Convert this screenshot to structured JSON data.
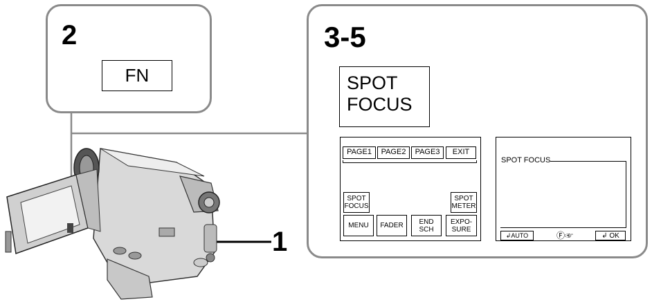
{
  "steps": {
    "step2": "2",
    "step35": "3-5",
    "step1": "1"
  },
  "fn_button": {
    "label": "FN"
  },
  "spot_focus_label": {
    "line1": "SPOT",
    "line2": "FOCUS"
  },
  "touch_panel": {
    "tabs": [
      "PAGE1",
      "PAGE2",
      "PAGE3",
      "EXIT"
    ],
    "spot_focus": "SPOT\nFOCUS",
    "spot_meter": "SPOT\nMETER",
    "bottom": [
      "MENU",
      "FADER",
      "END\nSCH",
      "EXPO-\nSURE"
    ]
  },
  "focus_screen": {
    "title": "SPOT  FOCUS",
    "auto": "AUTO",
    "ok": "OK"
  }
}
